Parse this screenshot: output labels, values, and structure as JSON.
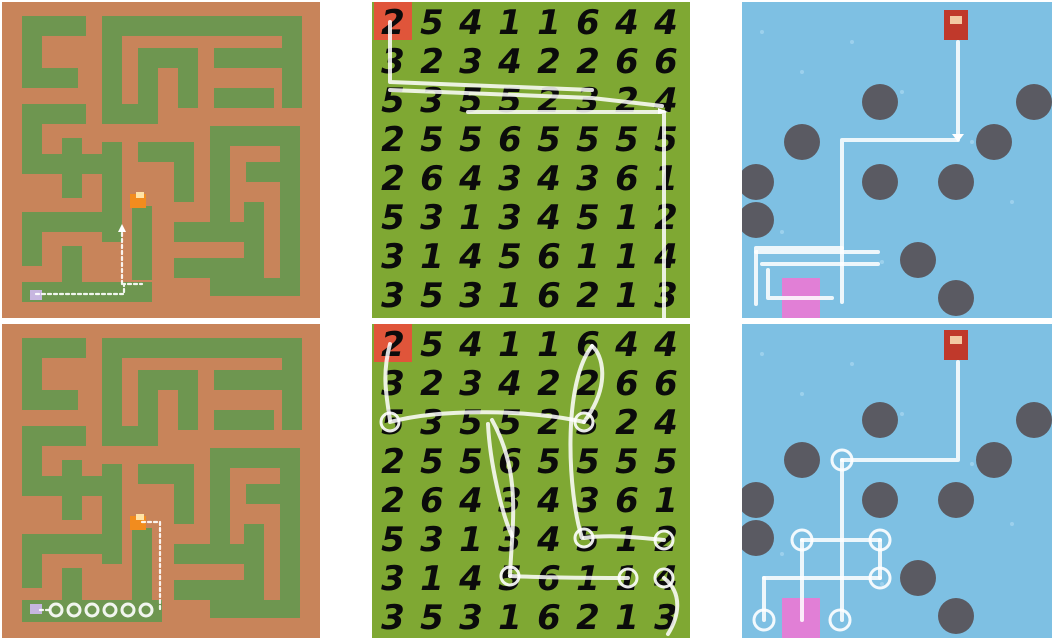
{
  "colors": {
    "maze_wall": "#c8845a",
    "maze_floor": "#6e9650",
    "agent": "#f28c1e",
    "goal": "#c7b6e0",
    "digits_bg": "#7fa833",
    "digits_start": "#e0553a",
    "ice_bg": "#7ec0e3",
    "ice_rock": "#5a5a62",
    "ice_goal": "#e17fd6",
    "path": "#ffffff"
  },
  "panels": [
    {
      "id": "maze-top",
      "env": "maze",
      "path_style": "arrows"
    },
    {
      "id": "digits-top",
      "env": "digit-grid",
      "path_style": "arrows"
    },
    {
      "id": "ice-top",
      "env": "frozen-lake",
      "path_style": "arrows"
    },
    {
      "id": "maze-bottom",
      "env": "maze",
      "path_style": "circles-and-arrows"
    },
    {
      "id": "digits-bottom",
      "env": "digit-grid",
      "path_style": "circles-and-arrows"
    },
    {
      "id": "ice-bottom",
      "env": "frozen-lake",
      "path_style": "circles-and-arrows"
    }
  ],
  "digit_grid": [
    [
      "2",
      "5",
      "4",
      "1",
      "1",
      "6",
      "4",
      "4"
    ],
    [
      "3",
      "2",
      "3",
      "4",
      "2",
      "2",
      "6",
      "6"
    ],
    [
      "5",
      "3",
      "5",
      "5",
      "2",
      "3",
      "2",
      "4"
    ],
    [
      "2",
      "5",
      "5",
      "6",
      "5",
      "5",
      "5",
      "5"
    ],
    [
      "2",
      "6",
      "4",
      "3",
      "4",
      "3",
      "6",
      "1"
    ],
    [
      "5",
      "3",
      "1",
      "3",
      "4",
      "5",
      "1",
      "2"
    ],
    [
      "3",
      "1",
      "4",
      "5",
      "6",
      "1",
      "1",
      "4"
    ],
    [
      "3",
      "5",
      "3",
      "1",
      "6",
      "2",
      "1",
      "3"
    ]
  ],
  "icons": {
    "agent_maze": "fox-icon",
    "goal_maze": "goal-tile-icon",
    "agent_ice": "elf-character-icon",
    "rock": "rock-icon",
    "goal_ice": "present-icon"
  }
}
